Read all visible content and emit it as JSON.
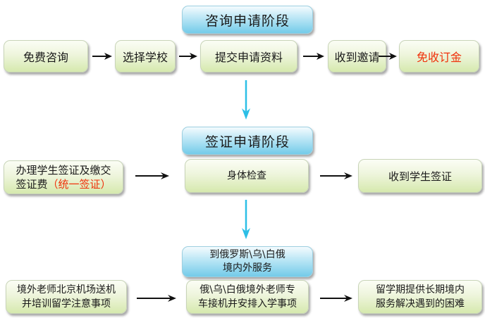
{
  "stage1": {
    "title": "咨询申请阶段",
    "steps": [
      "免费咨询",
      "选择学校",
      "提交申请资料",
      "收到邀请",
      "免收订金"
    ],
    "highlight_step_color": "#f0300a"
  },
  "stage2": {
    "title": "签证申请阶段",
    "left_line1": "办理学生签证及缴交",
    "left_line2_prefix": "签证费",
    "left_line2_highlight": "（统一签证）",
    "center": "身体检查",
    "right": "收到学生签证"
  },
  "stage3": {
    "title_line1": "到俄罗斯\\乌\\白俄",
    "title_line2": "境内外服务",
    "left_line1": "境外老师北京机场送机",
    "left_line2": "并培训留学注意事项",
    "center_line1": "俄\\乌\\白俄境外老师专",
    "center_line2": "车接机并安排入学事项",
    "right_line1": "留学期提供长期境内",
    "right_line2": "服务解决遇到的困难"
  },
  "colors": {
    "step_box": "#e3efc6",
    "stage_box": "#8fd4ee",
    "down_arrow": "#2cbfe6",
    "right_arrow": "#111111",
    "highlight": "#f0300a"
  }
}
